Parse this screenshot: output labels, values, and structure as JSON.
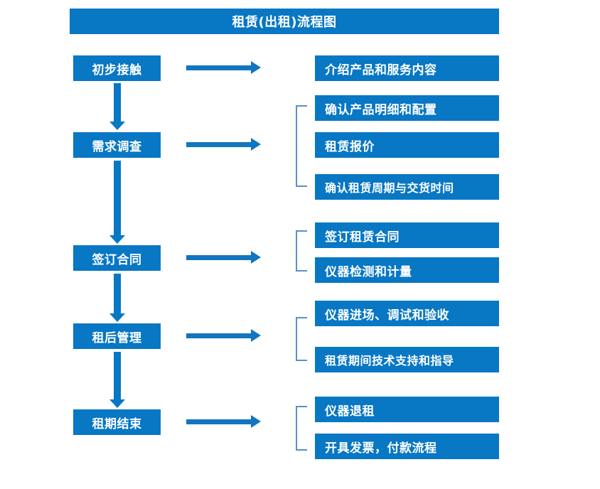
{
  "title": "租赁(出租)流程图",
  "theme": {
    "box_fill": "#0877C4",
    "box_text": "#FFFFFF",
    "arrow": "#1275BF",
    "bracket": "#5B8FC9",
    "background": "#FFFFFF"
  },
  "flow": {
    "stages": [
      {
        "label": "初步接触"
      },
      {
        "label": "需求调查"
      },
      {
        "label": "签订合同"
      },
      {
        "label": "租后管理"
      },
      {
        "label": "租期结束"
      }
    ],
    "groups": [
      {
        "stage": "初步接触",
        "bracketed": false,
        "details": [
          {
            "label": "介绍产品和服务内容"
          }
        ]
      },
      {
        "stage": "需求调查",
        "bracketed": true,
        "details": [
          {
            "label": "确认产品明细和配置"
          },
          {
            "label": "租赁报价"
          },
          {
            "label": "确认租赁周期与交货时间"
          }
        ]
      },
      {
        "stage": "签订合同",
        "bracketed": true,
        "details": [
          {
            "label": "签订租赁合同"
          },
          {
            "label": "仪器检测和计量"
          }
        ]
      },
      {
        "stage": "租后管理",
        "bracketed": true,
        "details": [
          {
            "label": "仪器进场、调试和验收"
          },
          {
            "label": "租赁期间技术支持和指导"
          }
        ]
      },
      {
        "stage": "租期结束",
        "bracketed": true,
        "details": [
          {
            "label": "仪器退租"
          },
          {
            "label": "开具发票，付款流程"
          }
        ]
      }
    ]
  }
}
